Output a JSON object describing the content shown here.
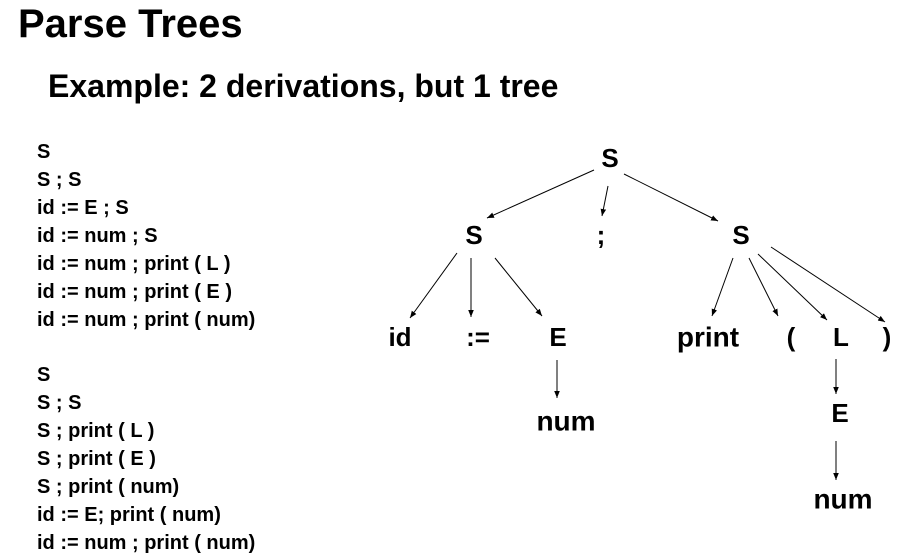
{
  "title": "Parse Trees",
  "subtitle": "Example: 2 derivations, but 1 tree",
  "derivation_1": [
    "S",
    "S ; S",
    "id := E ; S",
    "id := num ; S",
    "id := num ; print ( L )",
    "id := num ; print ( E )",
    "id := num ; print ( num)"
  ],
  "derivation_2": [
    "S",
    "S ; S",
    "S ; print ( L )",
    "S ; print ( E )",
    "S ; print ( num)",
    "id := E; print ( num)",
    "id := num ; print ( num)"
  ],
  "tree": {
    "nodes": {
      "root": "S",
      "left_s": "S",
      "semicolon": ";",
      "right_s": "S",
      "id": "id",
      "assign": ":=",
      "left_e": "E",
      "left_num": "num",
      "print": "print",
      "lparen": "(",
      "l": "L",
      "rparen": ")",
      "right_e": "E",
      "right_num": "num"
    },
    "edges": [
      [
        "root",
        "left_s"
      ],
      [
        "root",
        "semicolon"
      ],
      [
        "root",
        "right_s"
      ],
      [
        "left_s",
        "id"
      ],
      [
        "left_s",
        "assign"
      ],
      [
        "left_s",
        "left_e"
      ],
      [
        "left_e",
        "left_num"
      ],
      [
        "right_s",
        "print"
      ],
      [
        "right_s",
        "lparen"
      ],
      [
        "right_s",
        "l"
      ],
      [
        "right_s",
        "rparen"
      ],
      [
        "l",
        "right_e"
      ],
      [
        "right_e",
        "right_num"
      ]
    ]
  }
}
